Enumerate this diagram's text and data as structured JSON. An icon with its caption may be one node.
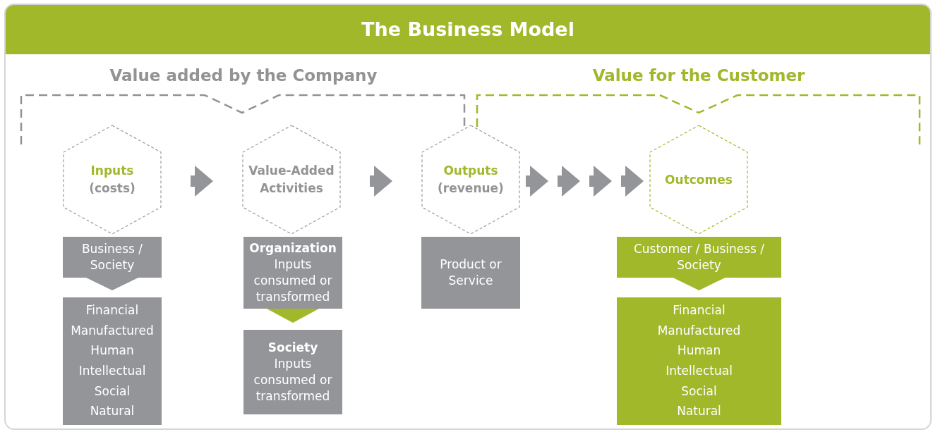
{
  "diagram": {
    "title": "The Business Model",
    "nodes": [
      {
        "text": [
          "Inputs",
          "(costs)"
        ]
      },
      {
        "text": [
          "Value-Added Activities"
        ]
      },
      {
        "text": [
          "Outputs",
          "(revenue)"
        ]
      },
      {
        "text": [
          "Outcomes"
        ]
      },
      {
        "text": [
          "Business / Society"
        ]
      },
      {
        "text": [
          "Financial",
          "Manufactured",
          "Human",
          "Intellectual",
          "Social",
          "Natural"
        ]
      },
      {
        "text": [
          "Organization",
          "Inputs consumed or transformed"
        ]
      },
      {
        "text": [
          "Society",
          "Inputs consumed or transformed"
        ]
      },
      {
        "text": [
          "Product or Service"
        ]
      },
      {
        "text": [
          "Customer / Business / Society"
        ]
      },
      {
        "text": [
          "Financial",
          "Manufactured",
          "Human",
          "Intellectual",
          "Social",
          "Natural"
        ]
      }
    ],
    "edges": [
      {
        "from": 0,
        "to": 1,
        "arrow": "to"
      },
      {
        "from": 1,
        "to": 2,
        "arrow": "to"
      },
      {
        "from": 2,
        "to": 3,
        "arrow": "to"
      },
      {
        "from": 4,
        "to": 5,
        "arrow": "to"
      },
      {
        "from": 6,
        "to": 7,
        "arrow": "to",
        "color": "#a0b82a"
      },
      {
        "from": 9,
        "to": 10,
        "arrow": "to",
        "color": "#a0b82a"
      }
    ],
    "labels": [
      "Value added by the Company",
      "Value for the Customer"
    ]
  }
}
